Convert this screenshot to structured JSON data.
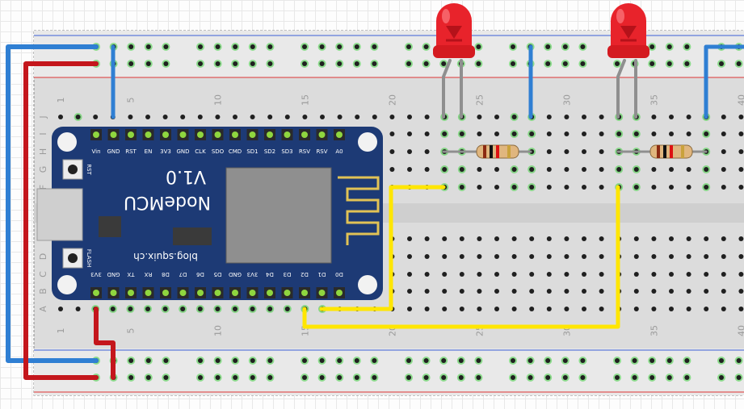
{
  "breadboard": {
    "column_numbers": [
      "1",
      "5",
      "10",
      "15",
      "20",
      "25",
      "30",
      "35",
      "40"
    ],
    "row_letters_bottom": [
      "A",
      "B",
      "C",
      "D",
      "E"
    ],
    "row_letters_top": [
      "F",
      "G",
      "H",
      "I",
      "J"
    ]
  },
  "nodemcu": {
    "title": "NodeMCU",
    "version": "V1.0",
    "site": "blog.squix.ch",
    "btn_rst": "RST",
    "btn_flash": "FLASH",
    "top_pins": [
      "Vin",
      "GND",
      "RST",
      "EN",
      "3V3",
      "GND",
      "CLK",
      "SDO",
      "CMD",
      "SD1",
      "SD2",
      "SD3",
      "RSV",
      "RSV",
      "A0"
    ],
    "bottom_pins": [
      "3V3",
      "GND",
      "TX",
      "RX",
      "D8",
      "D7",
      "D6",
      "D5",
      "GND",
      "3V3",
      "D4",
      "D3",
      "D2",
      "D1",
      "D0"
    ]
  },
  "colors": {
    "board": "#1d3a75",
    "wire_blue": "#2f7fd3",
    "wire_red": "#c4161c",
    "wire_yellow": "#ffe600",
    "wire_gray": "#8f8f8f",
    "led": "#e8232b",
    "hole_active": "#3fcf3f"
  },
  "icons": [
    "led-icon",
    "resistor-icon",
    "usb-connector-icon",
    "wifi-antenna-icon"
  ]
}
